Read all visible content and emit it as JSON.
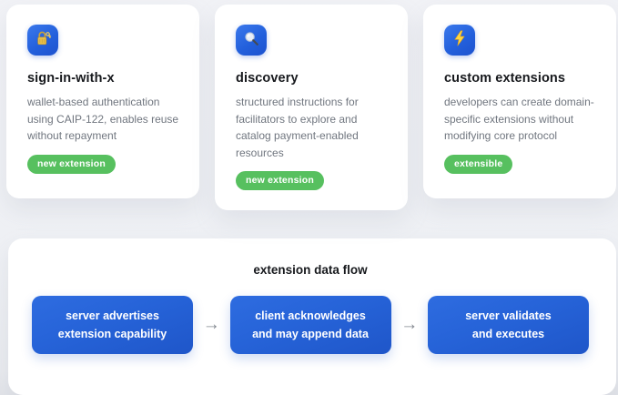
{
  "cards": [
    {
      "icon": "lock-with-key-icon",
      "title": "sign-in-with-x",
      "description": "wallet-based authentication using CAIP-122, enables reuse without repayment",
      "badge": "new extension"
    },
    {
      "icon": "magnifying-glass-icon",
      "title": "discovery",
      "description": "structured instructions for facilitators to explore and catalog payment-enabled resources",
      "badge": "new extension"
    },
    {
      "icon": "lightning-bolt-icon",
      "title": "custom extensions",
      "description": "developers can create domain-specific extensions without modifying core protocol",
      "badge": "extensible"
    }
  ],
  "flow": {
    "title": "extension data flow",
    "arrow_glyph": "→",
    "steps": [
      {
        "line1": "server advertises",
        "line2": "extension capability"
      },
      {
        "line1": "client acknowledges",
        "line2": "and may append data"
      },
      {
        "line1": "server validates",
        "line2": "and executes"
      }
    ]
  },
  "colors": {
    "accent_blue": "#2663d8",
    "badge_green": "#57c05f",
    "card_background": "#ffffff",
    "page_background": "#eef0f4",
    "title_text": "#17191d",
    "description_text": "#70767f",
    "arrow_gray": "#82878f"
  }
}
